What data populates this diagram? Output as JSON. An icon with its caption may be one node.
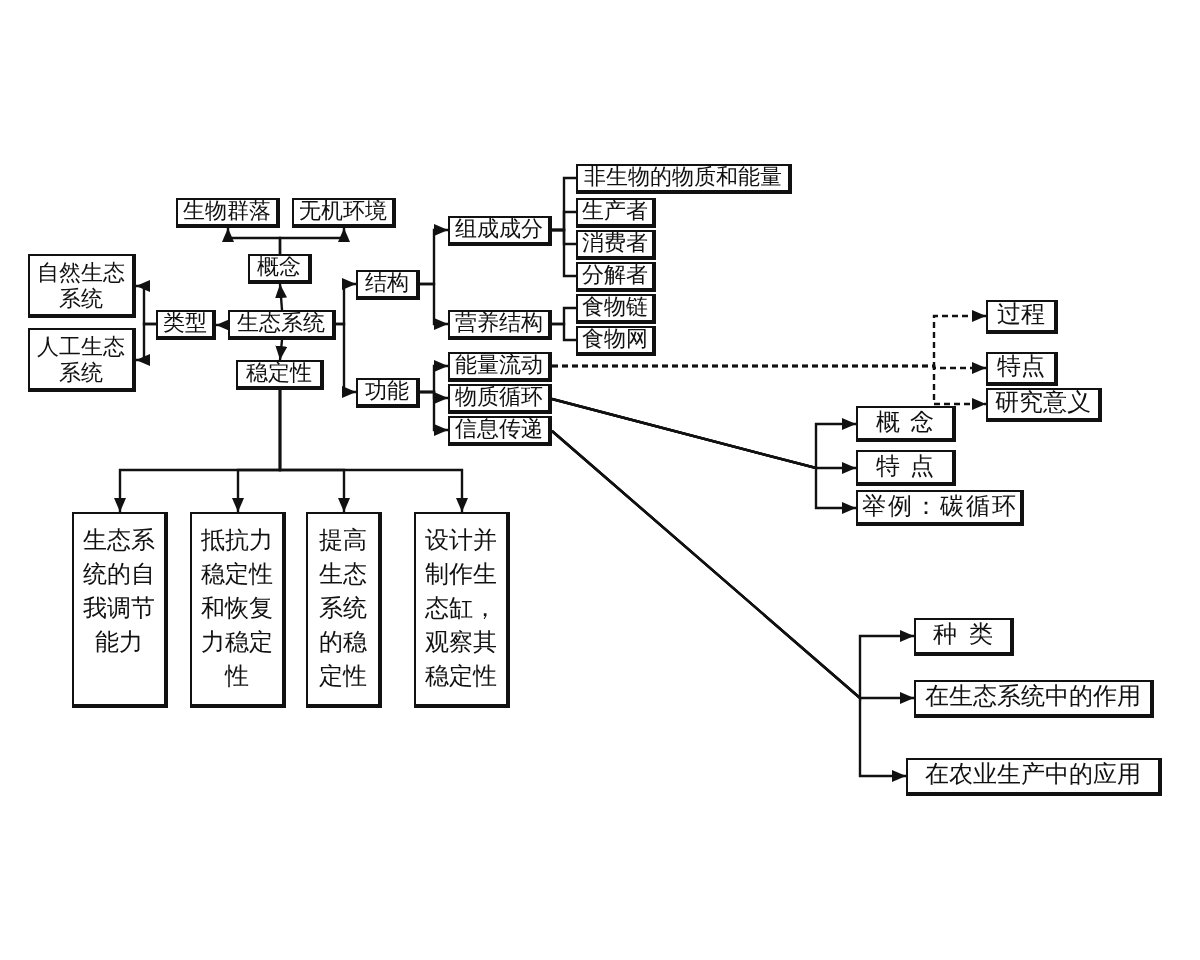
{
  "diagram": {
    "nodes": [
      {
        "text": [
          "生物群落"
        ]
      },
      {
        "text": [
          "无机环境"
        ]
      },
      {
        "text": [
          "概念"
        ]
      },
      {
        "text": [
          "自然生态系统"
        ]
      },
      {
        "text": [
          "类型"
        ]
      },
      {
        "text": [
          "生态系统"
        ]
      },
      {
        "text": [
          "人工生态系统"
        ]
      },
      {
        "text": [
          "稳定性"
        ]
      },
      {
        "text": [
          "结构"
        ]
      },
      {
        "text": [
          "功能"
        ]
      },
      {
        "text": [
          "组成成分"
        ]
      },
      {
        "text": [
          "营养结构"
        ]
      },
      {
        "text": [
          "非生物的物质和能量"
        ]
      },
      {
        "text": [
          "生产者"
        ]
      },
      {
        "text": [
          "消费者"
        ]
      },
      {
        "text": [
          "分解者"
        ]
      },
      {
        "text": [
          "食物链"
        ]
      },
      {
        "text": [
          "食物网"
        ]
      },
      {
        "text": [
          "能量流动"
        ]
      },
      {
        "text": [
          "物质循环"
        ]
      },
      {
        "text": [
          "信息传递"
        ]
      },
      {
        "text": [
          "过程"
        ]
      },
      {
        "text": [
          "特点"
        ]
      },
      {
        "text": [
          "研究意义"
        ]
      },
      {
        "text": [
          "概念"
        ]
      },
      {
        "text": [
          "特点"
        ]
      },
      {
        "text": [
          "举例：碳循环"
        ]
      },
      {
        "text": [
          "生态系统的自我调节能力"
        ]
      },
      {
        "text": [
          "抵抗力稳定性和恢复力稳定性"
        ]
      },
      {
        "text": [
          "提高生态系统的稳定性"
        ]
      },
      {
        "text": [
          "设计并制作生态缸，观察其稳定性"
        ]
      },
      {
        "text": [
          "种类"
        ]
      },
      {
        "text": [
          "在生态系统中的作用"
        ]
      },
      {
        "text": [
          "在农业生产中的应用"
        ]
      }
    ],
    "edges": [
      {
        "from": 2,
        "to": 0,
        "arrow": "to"
      },
      {
        "from": 2,
        "to": 1,
        "arrow": "to"
      },
      {
        "from": 5,
        "to": 2,
        "arrow": "to"
      },
      {
        "from": 5,
        "to": 4,
        "arrow": "to"
      },
      {
        "from": 4,
        "to": 3,
        "arrow": "to"
      },
      {
        "from": 4,
        "to": 6,
        "arrow": "to"
      },
      {
        "from": 5,
        "to": 7,
        "arrow": "to"
      },
      {
        "from": 5,
        "to": 8,
        "arrow": "to"
      },
      {
        "from": 5,
        "to": 9,
        "arrow": "to"
      },
      {
        "from": 8,
        "to": 10,
        "arrow": "to"
      },
      {
        "from": 8,
        "to": 11,
        "arrow": "to"
      },
      {
        "from": 10,
        "to": 12,
        "arrow": "none"
      },
      {
        "from": 10,
        "to": 13,
        "arrow": "none"
      },
      {
        "from": 10,
        "to": 14,
        "arrow": "none"
      },
      {
        "from": 10,
        "to": 15,
        "arrow": "none"
      },
      {
        "from": 11,
        "to": 16,
        "arrow": "none"
      },
      {
        "from": 11,
        "to": 17,
        "arrow": "none"
      },
      {
        "from": 9,
        "to": 18,
        "arrow": "to"
      },
      {
        "from": 9,
        "to": 19,
        "arrow": "to"
      },
      {
        "from": 9,
        "to": 20,
        "arrow": "to"
      },
      {
        "from": 18,
        "to": 21,
        "arrow": "to",
        "style": "dashed"
      },
      {
        "from": 18,
        "to": 22,
        "arrow": "to",
        "style": "dashed"
      },
      {
        "from": 18,
        "to": 23,
        "arrow": "to",
        "style": "dashed"
      },
      {
        "from": 19,
        "to": 24,
        "arrow": "to"
      },
      {
        "from": 19,
        "to": 25,
        "arrow": "to"
      },
      {
        "from": 19,
        "to": 26,
        "arrow": "to"
      },
      {
        "from": 20,
        "to": 31,
        "arrow": "to"
      },
      {
        "from": 20,
        "to": 32,
        "arrow": "to"
      },
      {
        "from": 20,
        "to": 33,
        "arrow": "to"
      },
      {
        "from": 7,
        "to": 27,
        "arrow": "to"
      },
      {
        "from": 7,
        "to": 28,
        "arrow": "to"
      },
      {
        "from": 7,
        "to": 29,
        "arrow": "to"
      },
      {
        "from": 7,
        "to": 30,
        "arrow": "to"
      }
    ]
  }
}
